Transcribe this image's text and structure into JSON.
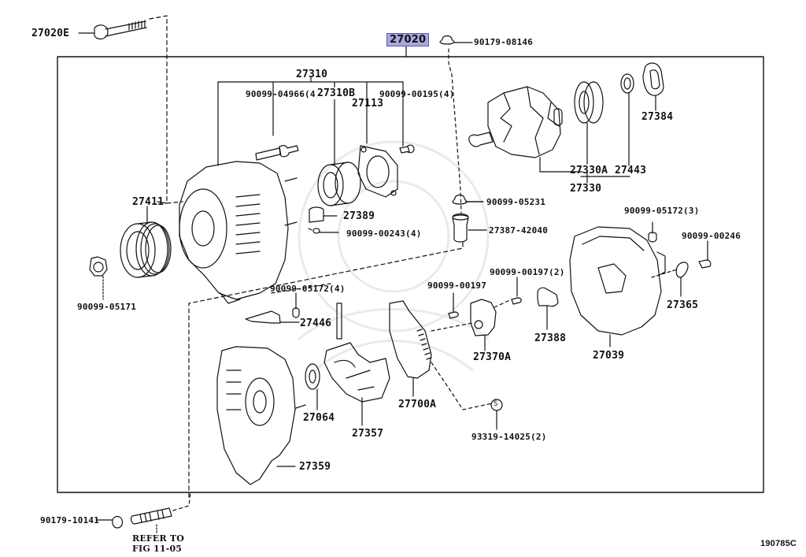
{
  "diagram": {
    "title": "Alternator assembly parts diagram",
    "figure_id": "190785C",
    "highlight_color": "#a9a7dc",
    "main_assembly": {
      "part": "27020"
    },
    "labels": {
      "l27020e": "27020E",
      "l27020": "27020",
      "l9017908146": "90179-08146",
      "l27310": "27310",
      "l9009904966": "90099-04966(4)",
      "l27310b": "27310B",
      "l27113": "27113",
      "l9009900195": "90099-00195(4)",
      "l27384": "27384",
      "l27330a": "27330A",
      "l27443": "27443",
      "l27330": "27330",
      "l27411": "27411",
      "l27389": "27389",
      "l9009905231": "90099-05231",
      "l9009900243": "90099-00243(4)",
      "l2738742040": "27387-42040",
      "l9009905172_3": "90099-05172(3)",
      "l9009900246": "90099-00246",
      "l9009905171": "90099-05171",
      "l9009905172_4": "90099-05172(4)",
      "l9009900197": "90099-00197",
      "l9009900197_2": "90099-00197(2)",
      "l27365": "27365",
      "l27446": "27446",
      "l27388": "27388",
      "l27370a": "27370A",
      "l27039": "27039",
      "l27700a": "27700A",
      "l27064": "27064",
      "l27357": "27357",
      "l9331914025": "93319-14025(2)",
      "l27359": "27359",
      "l9017910141": "90179-10141",
      "refer_line1": "REFER TO",
      "refer_line2": "FIG 11-05",
      "figure_code": "190785C",
      "s_mark": "S"
    }
  }
}
